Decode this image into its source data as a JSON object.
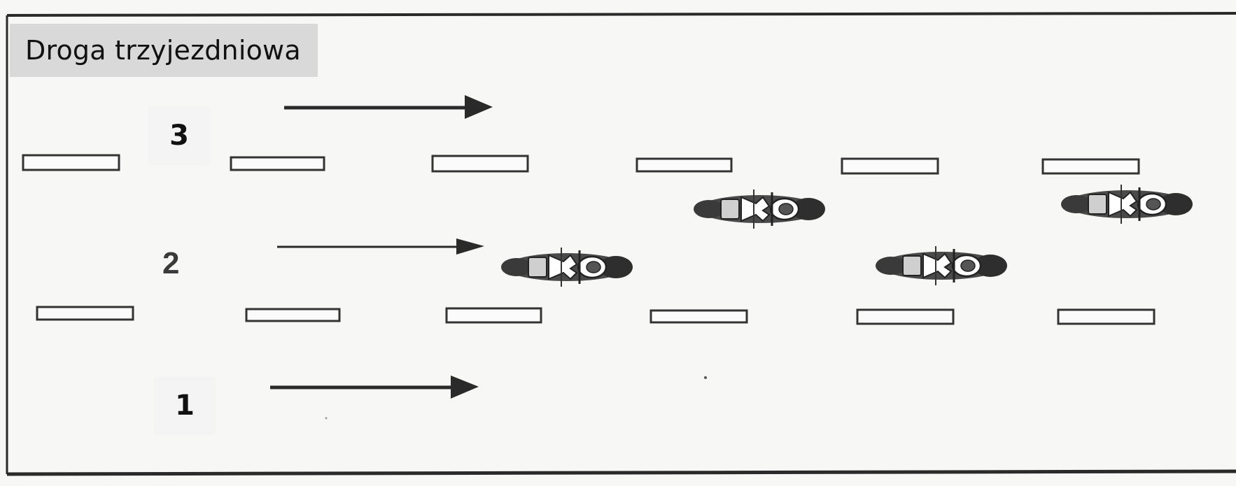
{
  "title": "Droga trzyjezdniowa",
  "lanes": [
    {
      "label": "3"
    },
    {
      "label": "2"
    },
    {
      "label": "1"
    }
  ],
  "icons": {
    "arrow": "direction-arrow-icon",
    "vehicle": "motorcycle-icon"
  },
  "colors": {
    "background": "#f7f7f5",
    "road_edge": "#2a2a2a",
    "lane_marking_fill": "#fbfbfb",
    "lane_marking_stroke": "#333333",
    "label_box": "#d9d9d9",
    "motorcycle": "#3a3a3a"
  },
  "motorcycle_count": 4
}
